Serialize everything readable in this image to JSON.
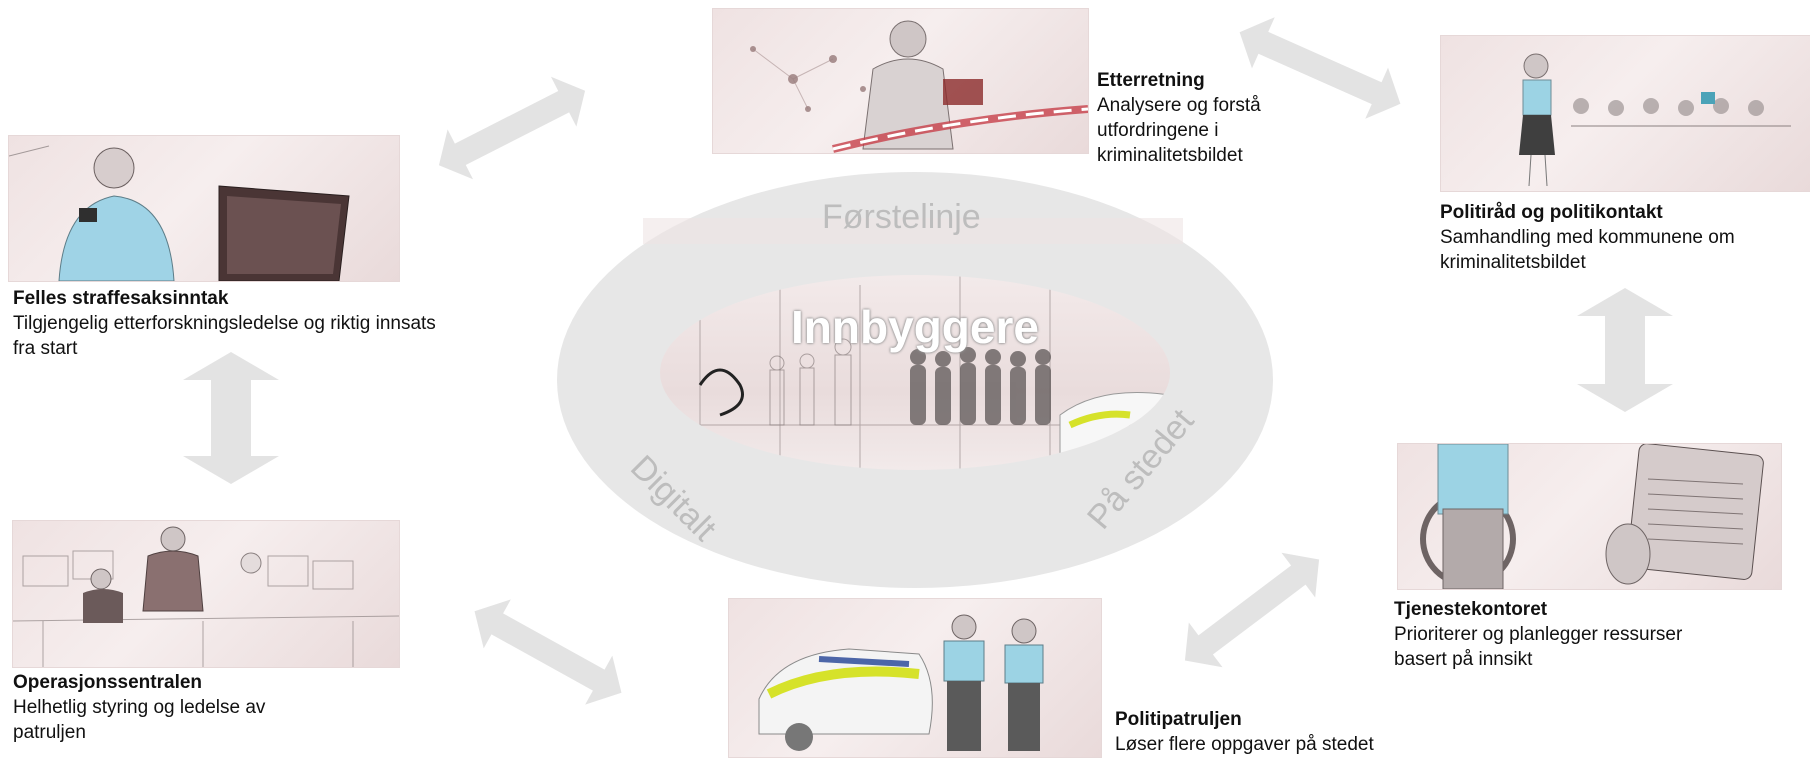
{
  "center": {
    "title": "Innbyggere",
    "ring_top": "Førstelinje",
    "ring_left": "Digitalt",
    "ring_right": "På stedet"
  },
  "nodes": {
    "etterretning": {
      "title": "Etterretning",
      "desc": "Analysere og forstå utfordringene i kriminalitetsbildet"
    },
    "politirad": {
      "title": "Politiråd og politikontakt",
      "desc": "Samhandling med kommunene om kriminalitetsbildet"
    },
    "felles": {
      "title": "Felles straffesaksinntak",
      "desc": "Tilgjengelig etterforskningsledelse og riktig innsats fra start"
    },
    "tjenestekontoret": {
      "title": "Tjenestekontoret",
      "desc": "Prioriterer og planlegger ressurser basert på innsikt"
    },
    "operasjon": {
      "title": "Operasjonssentralen",
      "desc": "Helhetlig styring og ledelse av patruljen"
    },
    "patrulje": {
      "title": "Politipatruljen",
      "desc": "Løser flere oppgaver på stedet"
    }
  },
  "colors": {
    "arrow": "#e3e3e3",
    "ellipse": "#e7e7e7",
    "ring_text": "#bdbdbd",
    "photo_tint": "#efe2e2"
  }
}
